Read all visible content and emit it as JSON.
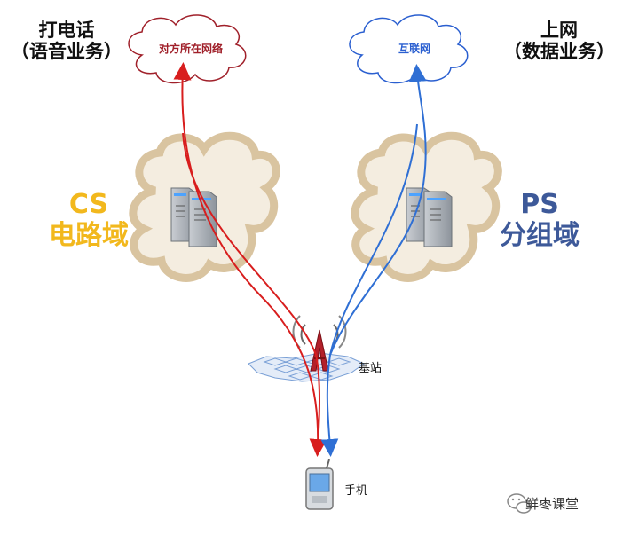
{
  "labels": {
    "phone_call": "打电话",
    "voice_service": "（语音业务）",
    "internet": "上网",
    "data_service": "（数据业务）",
    "cs_code": "CS",
    "cs_name": "电路域",
    "ps_code": "PS",
    "ps_name": "分组域",
    "peer_network": "对方所在网络",
    "internet_cloud": "互联网",
    "base_station": "基站",
    "mobile_phone": "手机",
    "watermark": "鲜枣课堂"
  },
  "colors": {
    "voice_path": "#d81e1e",
    "data_path": "#2f6fd4",
    "peer_cloud_outline": "#a0202a",
    "internet_cloud_outline": "#2a5fd0",
    "domain_cloud": "#d9c4a0",
    "cs_text": "#f2b81d",
    "ps_text": "#3d5999",
    "mesh": "#7aa0d6"
  },
  "icons": [
    "server-icon",
    "antenna-tower-icon",
    "mobile-phone-icon",
    "wechat-icon"
  ]
}
